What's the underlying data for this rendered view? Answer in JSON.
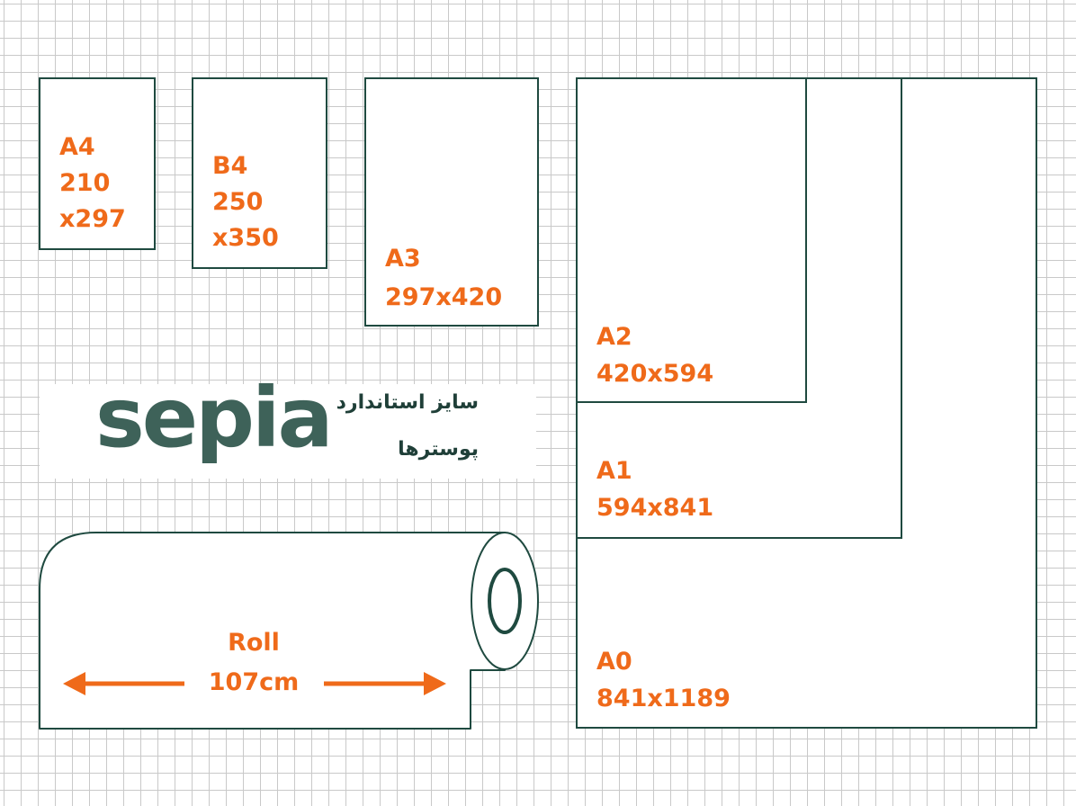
{
  "brand": {
    "logo_text": "sepia"
  },
  "heading": {
    "line1": "سایز استاندارد",
    "line2": "پوسترها"
  },
  "sheets": {
    "a4": {
      "name": "A4",
      "line2": "210",
      "line3": "x297"
    },
    "b4": {
      "name": "B4",
      "line2": "250",
      "line3": "x350"
    },
    "a3": {
      "name": "A3",
      "dims": "297x420"
    },
    "a2": {
      "name": "A2",
      "dims": "420x594"
    },
    "a1": {
      "name": "A1",
      "dims": "594x841"
    },
    "a0": {
      "name": "A0",
      "dims": "841x1189"
    }
  },
  "roll": {
    "name": "Roll",
    "width": "107cm"
  },
  "colors": {
    "accent": "#ef6a1a",
    "outline": "#1f4a40",
    "logo": "#3e6259",
    "grid": "#c9c9c9"
  },
  "icons": {
    "roll": "paper-roll-icon",
    "arrows": "double-arrow-icon"
  }
}
